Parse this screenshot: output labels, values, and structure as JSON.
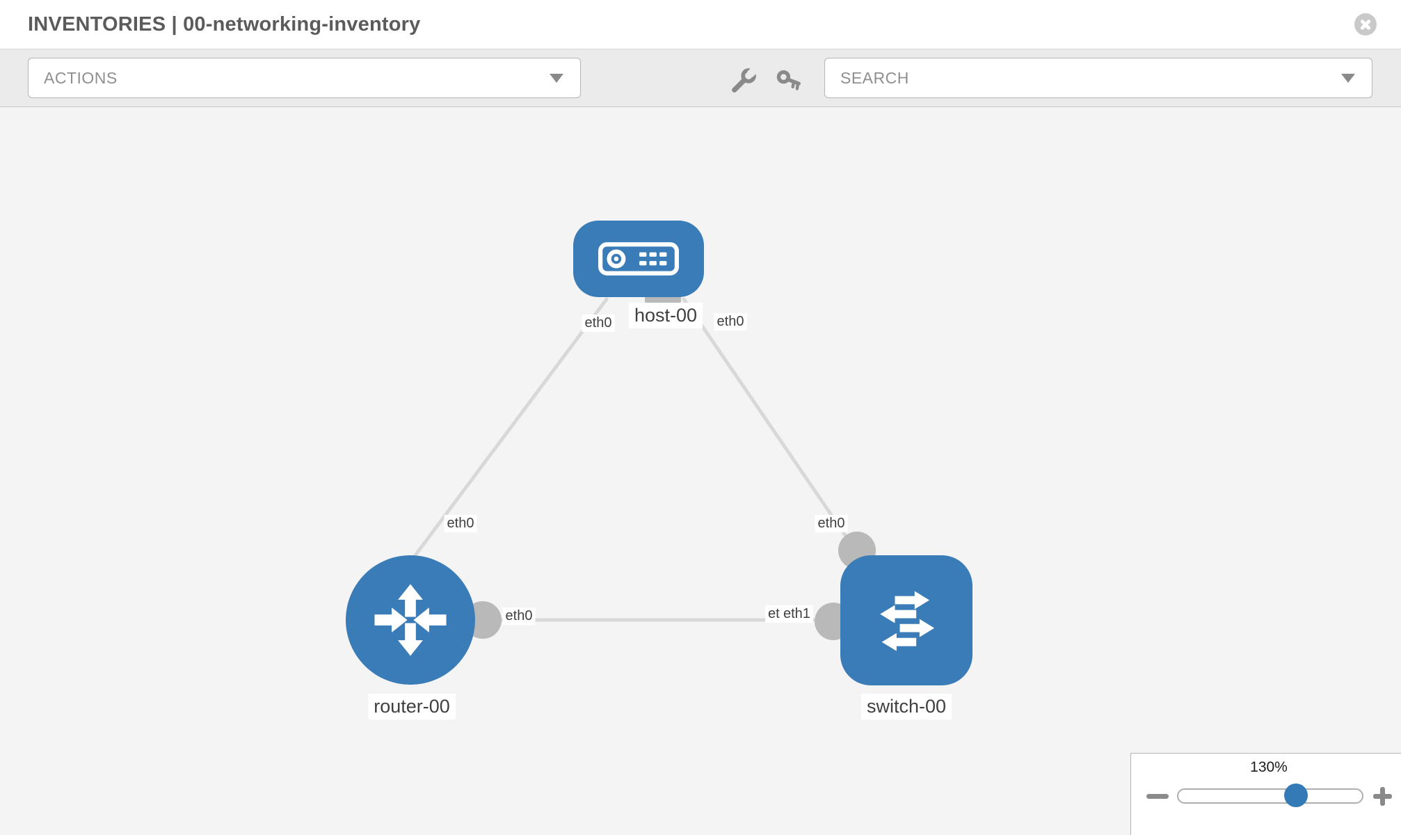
{
  "header": {
    "title": "INVENTORIES | 00-networking-inventory"
  },
  "toolbar": {
    "actions_label": "ACTIONS",
    "search_label": "SEARCH",
    "icon_names": [
      "wrench-icon",
      "key-icon"
    ]
  },
  "nodes": [
    {
      "id": "host-00",
      "label": "host-00",
      "type": "host"
    },
    {
      "id": "router-00",
      "label": "router-00",
      "type": "router"
    },
    {
      "id": "switch-00",
      "label": "switch-00",
      "type": "switch"
    }
  ],
  "links": [
    {
      "source": "host-00",
      "source_interface": "eth0",
      "target": "router-00",
      "target_interface": "eth0"
    },
    {
      "source": "host-00",
      "source_interface": "eth0",
      "target": "switch-00",
      "target_interface": "eth0"
    },
    {
      "source": "router-00",
      "source_interface": "eth0",
      "target": "switch-00",
      "target_interface": "eth1",
      "overlapped_label": "eth0"
    }
  ],
  "zoom_control": {
    "level": "130%",
    "icon_names": [
      "minus-icon",
      "plus-icon"
    ]
  },
  "colors": {
    "node_blue": "#3a7cb8",
    "accent_blue": "#337ab7",
    "link_gray": "#d8d8d8",
    "interface_dot_gray": "#b9b9b9",
    "canvas_bg": "#f4f4f4",
    "toolbar_bg": "#ebebeb"
  }
}
